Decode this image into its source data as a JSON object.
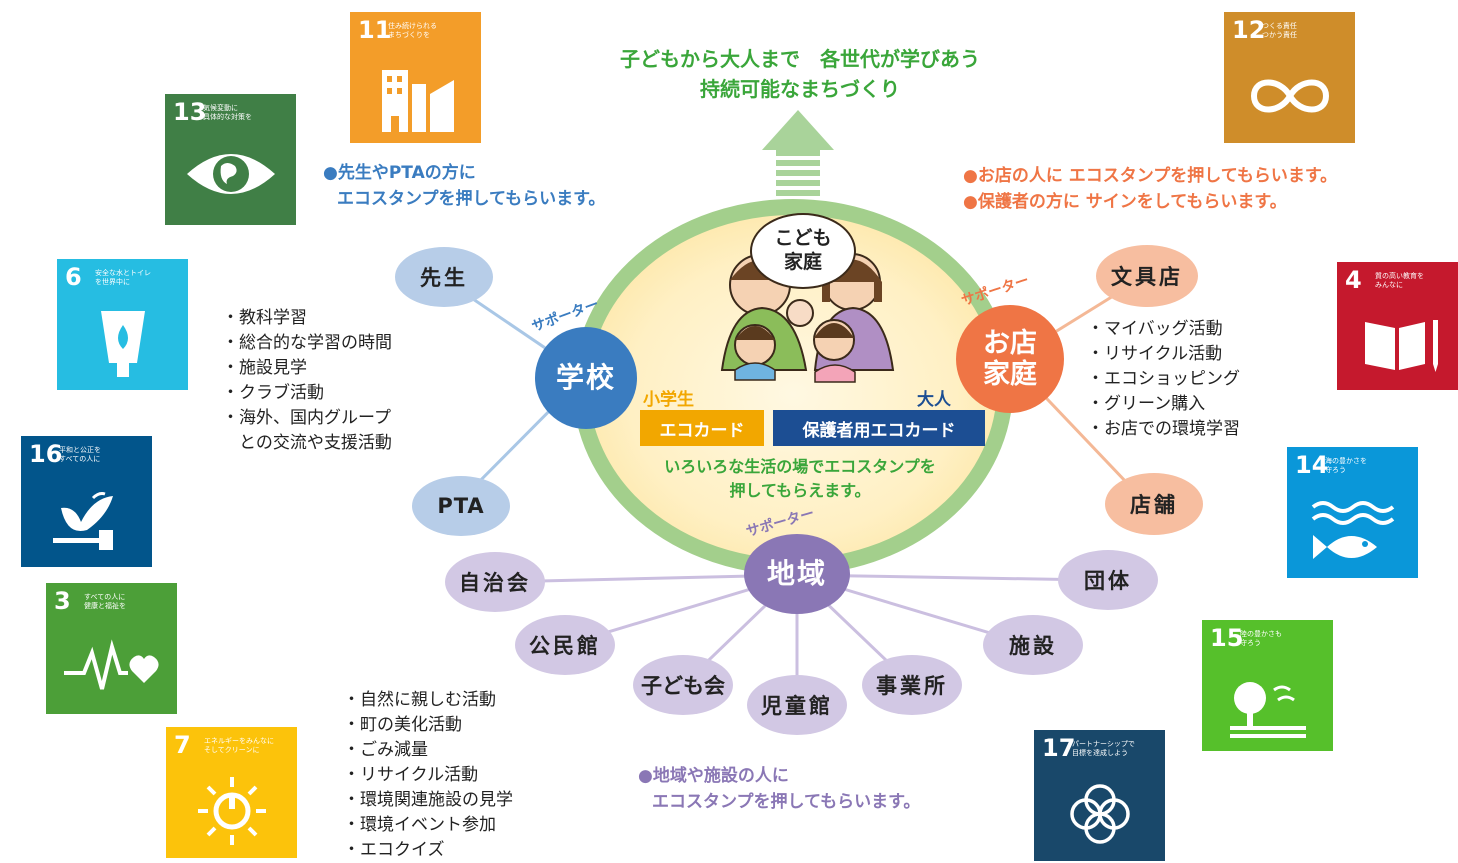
{
  "title": {
    "line1": "子どもから大人まで　各世代が学びあう",
    "line2": "持続可能なまちづくり"
  },
  "center": {
    "bubble": "こども\n家庭",
    "label_child": "小学生",
    "label_adult": "大人",
    "card_child": "エコカード",
    "card_adult": "保護者用エコカード",
    "caption_line1": "いろいろな生活の場でエコスタンプを",
    "caption_line2": "押してもらえます。"
  },
  "hubs": {
    "school": {
      "label": "学校",
      "supporter": "サポーター"
    },
    "shop": {
      "label": "お店\n家庭",
      "supporter": "サポーター"
    },
    "region": {
      "label": "地域",
      "supporter": "サポーター"
    }
  },
  "nodes": {
    "teacher": "先生",
    "pta": "PTA",
    "stationery": "文具店",
    "store": "店舗",
    "neighborhood": "自治会",
    "community_hall": "公民館",
    "kids_club": "子ども会",
    "children_hall": "児童館",
    "office": "事業所",
    "facility": "施設",
    "group": "団体"
  },
  "notes": {
    "school_line1": "●先生やPTAの方に",
    "school_line2": "エコスタンプを押してもらいます。",
    "shop_line1": "●お店の人に エコスタンプを押してもらいます。",
    "shop_line2": "●保護者の方に サインをしてもらいます。",
    "region_line1": "●地域や施設の人に",
    "region_line2": "エコスタンプを押してもらいます。"
  },
  "lists": {
    "school": [
      "教科学習",
      "総合的な学習の時間",
      "施設見学",
      "クラブ活動",
      "海外、国内グループ",
      "との交流や支援活動"
    ],
    "shop": [
      "マイバッグ活動",
      "リサイクル活動",
      "エコショッピング",
      "グリーン購入",
      "お店での環境学習"
    ],
    "region": [
      "自然に親しむ活動",
      "町の美化活動",
      "ごみ減量",
      "リサイクル活動",
      "環境関連施設の見学",
      "環境イベント参加",
      "エコクイズ"
    ]
  },
  "sdgs": [
    {
      "id": "sdg11",
      "num": "11",
      "label": "住み続けられる\nまちづくりを",
      "color": "#F39D29",
      "icon": "city-icon"
    },
    {
      "id": "sdg13",
      "num": "13",
      "label": "気候変動に\n具体的な対策を",
      "color": "#407F46",
      "icon": "eye-globe-icon"
    },
    {
      "id": "sdg12",
      "num": "12",
      "label": "つくる責任\nつかう責任",
      "color": "#CF8D2A",
      "icon": "infinity-icon"
    },
    {
      "id": "sdg6",
      "num": "6",
      "label": "安全な水とトイレ\nを世界中に",
      "color": "#26BDE2",
      "icon": "water-drop-icon"
    },
    {
      "id": "sdg4",
      "num": "4",
      "label": "質の高い教育を\nみんなに",
      "color": "#C5192D",
      "icon": "book-icon"
    },
    {
      "id": "sdg16",
      "num": "16",
      "label": "平和と公正を\nすべての人に",
      "color": "#02558B",
      "icon": "dove-icon"
    },
    {
      "id": "sdg14",
      "num": "14",
      "label": "海の豊かさを\n守ろう",
      "color": "#0A97D9",
      "icon": "fish-icon"
    },
    {
      "id": "sdg3",
      "num": "3",
      "label": "すべての人に\n健康と福祉を",
      "color": "#4C9F38",
      "icon": "heartbeat-icon"
    },
    {
      "id": "sdg15",
      "num": "15",
      "label": "陸の豊かさも\n守ろう",
      "color": "#56C02B",
      "icon": "tree-icon"
    },
    {
      "id": "sdg7",
      "num": "7",
      "label": "エネルギーをみんなに\nそしてクリーンに",
      "color": "#FCC30B",
      "icon": "sun-power-icon"
    },
    {
      "id": "sdg17",
      "num": "17",
      "label": "パートナーシップで\n目標を達成しよう",
      "color": "#19486A",
      "icon": "flower-rings-icon"
    }
  ],
  "colors": {
    "title": "#3aa63a",
    "school": "#3a7cc0",
    "shop": "#ef7545",
    "region": "#8a77b5",
    "ring": "#a3cf8c",
    "card_child": "#f2a700",
    "card_adult": "#1c4e93"
  }
}
